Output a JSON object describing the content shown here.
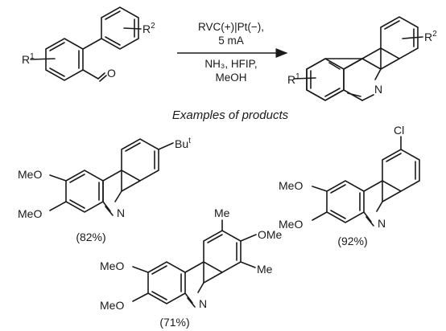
{
  "reaction": {
    "conditions_above": [
      "RVC(+)|Pt(−),",
      "5 mA"
    ],
    "conditions_below": [
      "NH₃, HFIP,",
      "MeOH"
    ]
  },
  "reactant": {
    "r1": "R",
    "r1_sup": "1",
    "r2": "R",
    "r2_sup": "2",
    "aldehyde_o": "O"
  },
  "product": {
    "r1": "R",
    "r1_sup": "1",
    "r2": "R",
    "r2_sup": "2",
    "n": "N"
  },
  "section_title": "Examples of products",
  "examples": [
    {
      "yield": "(82%)",
      "substituent": "Bu",
      "substituent_sup": "t",
      "ome1": "MeO",
      "ome2": "MeO",
      "n": "N"
    },
    {
      "yield": "(92%)",
      "substituent": "Cl",
      "ome1": "MeO",
      "ome2": "MeO",
      "n": "N"
    },
    {
      "yield": "(71%)",
      "me1": "Me",
      "ome3": "OMe",
      "me2": "Me",
      "ome1": "MeO",
      "ome2": "MeO",
      "n": "N"
    }
  ]
}
